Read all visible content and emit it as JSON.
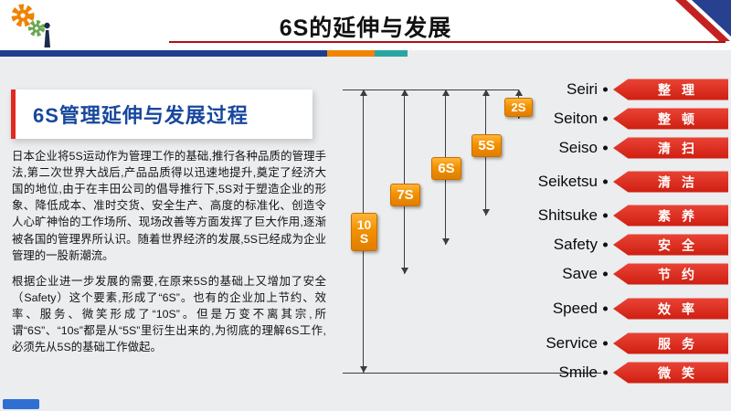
{
  "header": {
    "title": "6S的延伸与发展"
  },
  "intro_card": {
    "title": "6S管理延伸与发展过程"
  },
  "body": {
    "para1": "日本企业将5S运动作为管理工作的基础,推行各种品质的管理手法,第二次世界大战后,产品品质得以迅速地提升,奠定了经济大国的地位,由于在丰田公司的倡导推行下,5S对于塑造企业的形象、降低成本、准时交货、安全生产、高度的标准化、创造令人心旷神怡的工作场所、现场改善等方面发挥了巨大作用,逐渐被各国的管理界所认识。随着世界经济的发展,5S已经成为企业管理的一股新潮流。",
    "para2": "根据企业进一步发展的需要,在原来5S的基础上又增加了安全（Safety）这个要素,形成了“6S”。也有的企业加上节约、效率、服务、微笑形成了“10S”。但是万变不离其宗,所谓“6S”、“10s”都是从“5S”里衍生出来的,为彻底的理解6S工作,必须先从5S的基础工作做起。"
  },
  "diagram": {
    "terms": [
      {
        "en": "Seiri",
        "cn": "整理"
      },
      {
        "en": "Seiton",
        "cn": "整顿"
      },
      {
        "en": "Seiso",
        "cn": "清扫"
      },
      {
        "en": "Seiketsu",
        "cn": "清洁"
      },
      {
        "en": "Shitsuke",
        "cn": "素养"
      },
      {
        "en": "Safety",
        "cn": "安全"
      },
      {
        "en": "Save",
        "cn": "节约"
      },
      {
        "en": "Speed",
        "cn": "效率"
      },
      {
        "en": "Service",
        "cn": "服务"
      },
      {
        "en": "Smile",
        "cn": "微笑"
      }
    ],
    "groups": [
      {
        "label": "10\nS"
      },
      {
        "label": "7S"
      },
      {
        "label": "6S"
      },
      {
        "label": "5S"
      },
      {
        "label": "2S"
      }
    ]
  },
  "icons": {
    "gears": "double-gear-with-person",
    "corner": "corner-ribbon"
  },
  "colors": {
    "accent_red": "#d5281e",
    "box_orange": "#f29100",
    "title_blue": "#17479e",
    "strip_blue": "#1e3f8f",
    "strip_orange": "#f08300",
    "strip_teal": "#2aa6a0",
    "background_gray": "#ebedef"
  }
}
